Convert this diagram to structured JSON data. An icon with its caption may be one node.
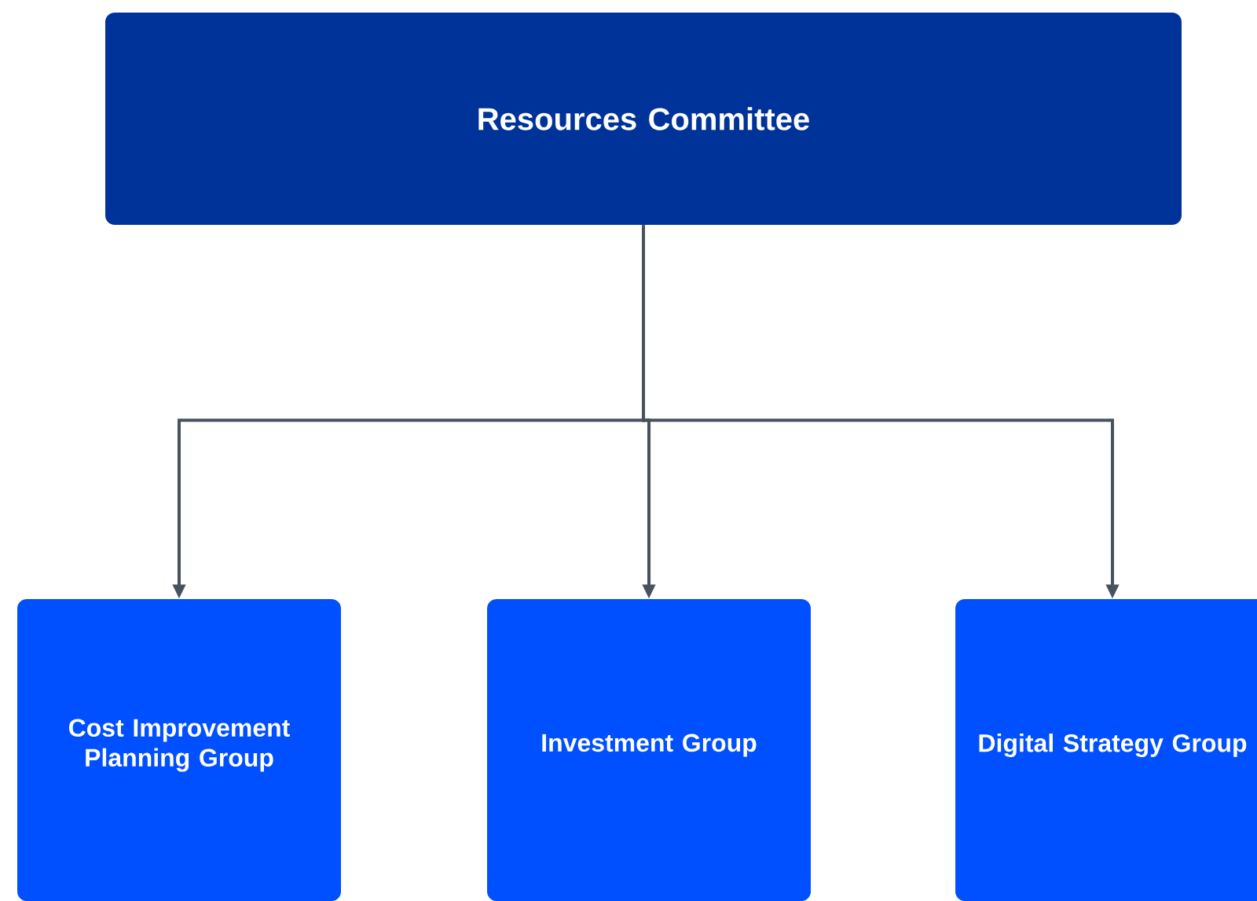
{
  "diagram": {
    "nodes": [
      {
        "text": [
          "Resources Committee"
        ]
      },
      {
        "text": [
          "Cost Improvement Planning Group"
        ]
      },
      {
        "text": [
          "Investment Group"
        ]
      },
      {
        "text": [
          "Digital Strategy Group"
        ]
      }
    ],
    "edges": [
      {
        "from": 0,
        "to": 1,
        "arrow": "to"
      },
      {
        "from": 0,
        "to": 2,
        "arrow": "to"
      },
      {
        "from": 0,
        "to": 3,
        "arrow": "to"
      }
    ]
  }
}
